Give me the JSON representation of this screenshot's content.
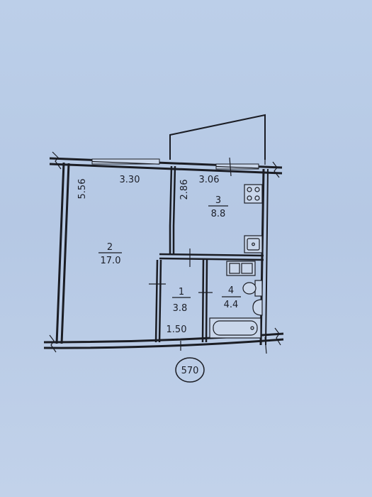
{
  "plan": {
    "apartment_number": "570",
    "dimensions": {
      "room2_width": "3.30",
      "room2_depth": "5.56",
      "room3_width": "3.06",
      "room3_depth": "2.86",
      "hall_width": "1.50"
    },
    "rooms": [
      {
        "number": "1",
        "area": "3.8"
      },
      {
        "number": "2",
        "area": "17.0"
      },
      {
        "number": "3",
        "area": "8.8"
      },
      {
        "number": "4",
        "area": "4.4"
      }
    ]
  }
}
